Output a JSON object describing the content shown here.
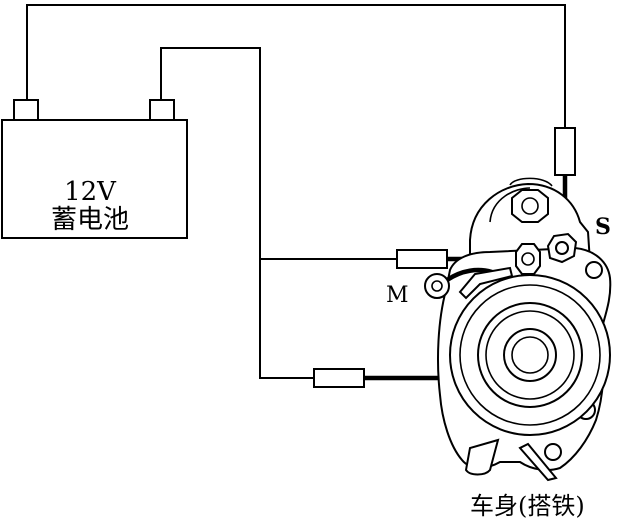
{
  "battery": {
    "voltage": "12V",
    "name": "蓄电池"
  },
  "starter": {
    "terminal_s": "S",
    "terminal_m": "M"
  },
  "ground": {
    "label": "车身(搭铁)"
  }
}
